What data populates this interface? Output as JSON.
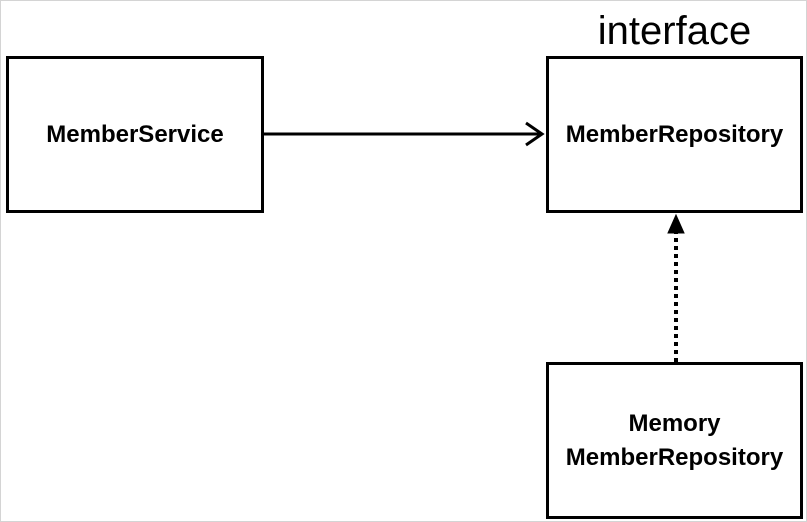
{
  "diagram": {
    "stereotype_label": "interface",
    "nodes": {
      "member_service": {
        "label": "MemberService"
      },
      "member_repository": {
        "label": "MemberRepository"
      },
      "memory_member_repository": {
        "line1": "Memory",
        "line2": "MemberRepository"
      }
    },
    "edges": [
      {
        "from": "MemberService",
        "to": "MemberRepository",
        "style": "solid",
        "head": "open-arrow"
      },
      {
        "from": "Memory MemberRepository",
        "to": "MemberRepository",
        "style": "dotted",
        "head": "filled-triangle"
      }
    ],
    "colors": {
      "line": "#000000",
      "background": "#ffffff",
      "frame": "#d4d4d4"
    }
  }
}
